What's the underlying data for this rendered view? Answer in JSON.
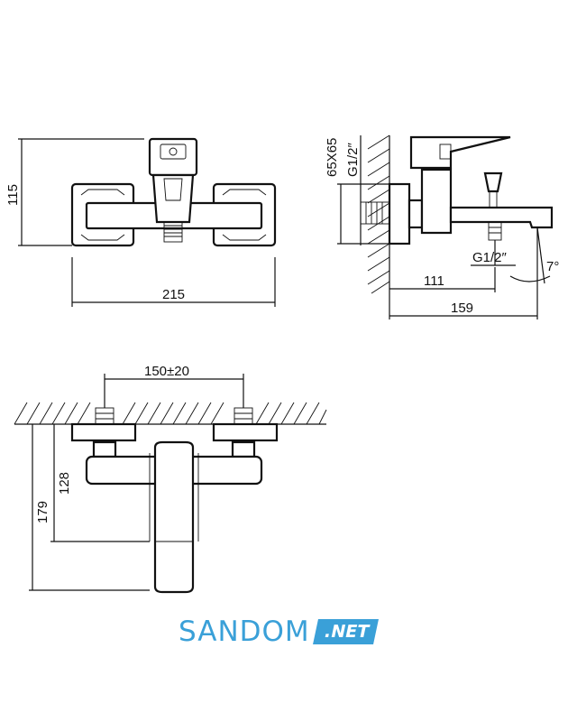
{
  "front_view": {
    "height_dim": "115",
    "width_dim": "215"
  },
  "side_view": {
    "flange_dim": "65X65",
    "thread_top": "G1/2″",
    "thread_bottom": "G1/2″",
    "reach_dim": "111",
    "depth_dim": "159",
    "angle_dim": "7°"
  },
  "top_view": {
    "spacing_dim": "150±20",
    "depth_dim": "128",
    "total_depth_dim": "179"
  },
  "logo": {
    "brand": "SANDOM",
    "tld": ".NET"
  }
}
